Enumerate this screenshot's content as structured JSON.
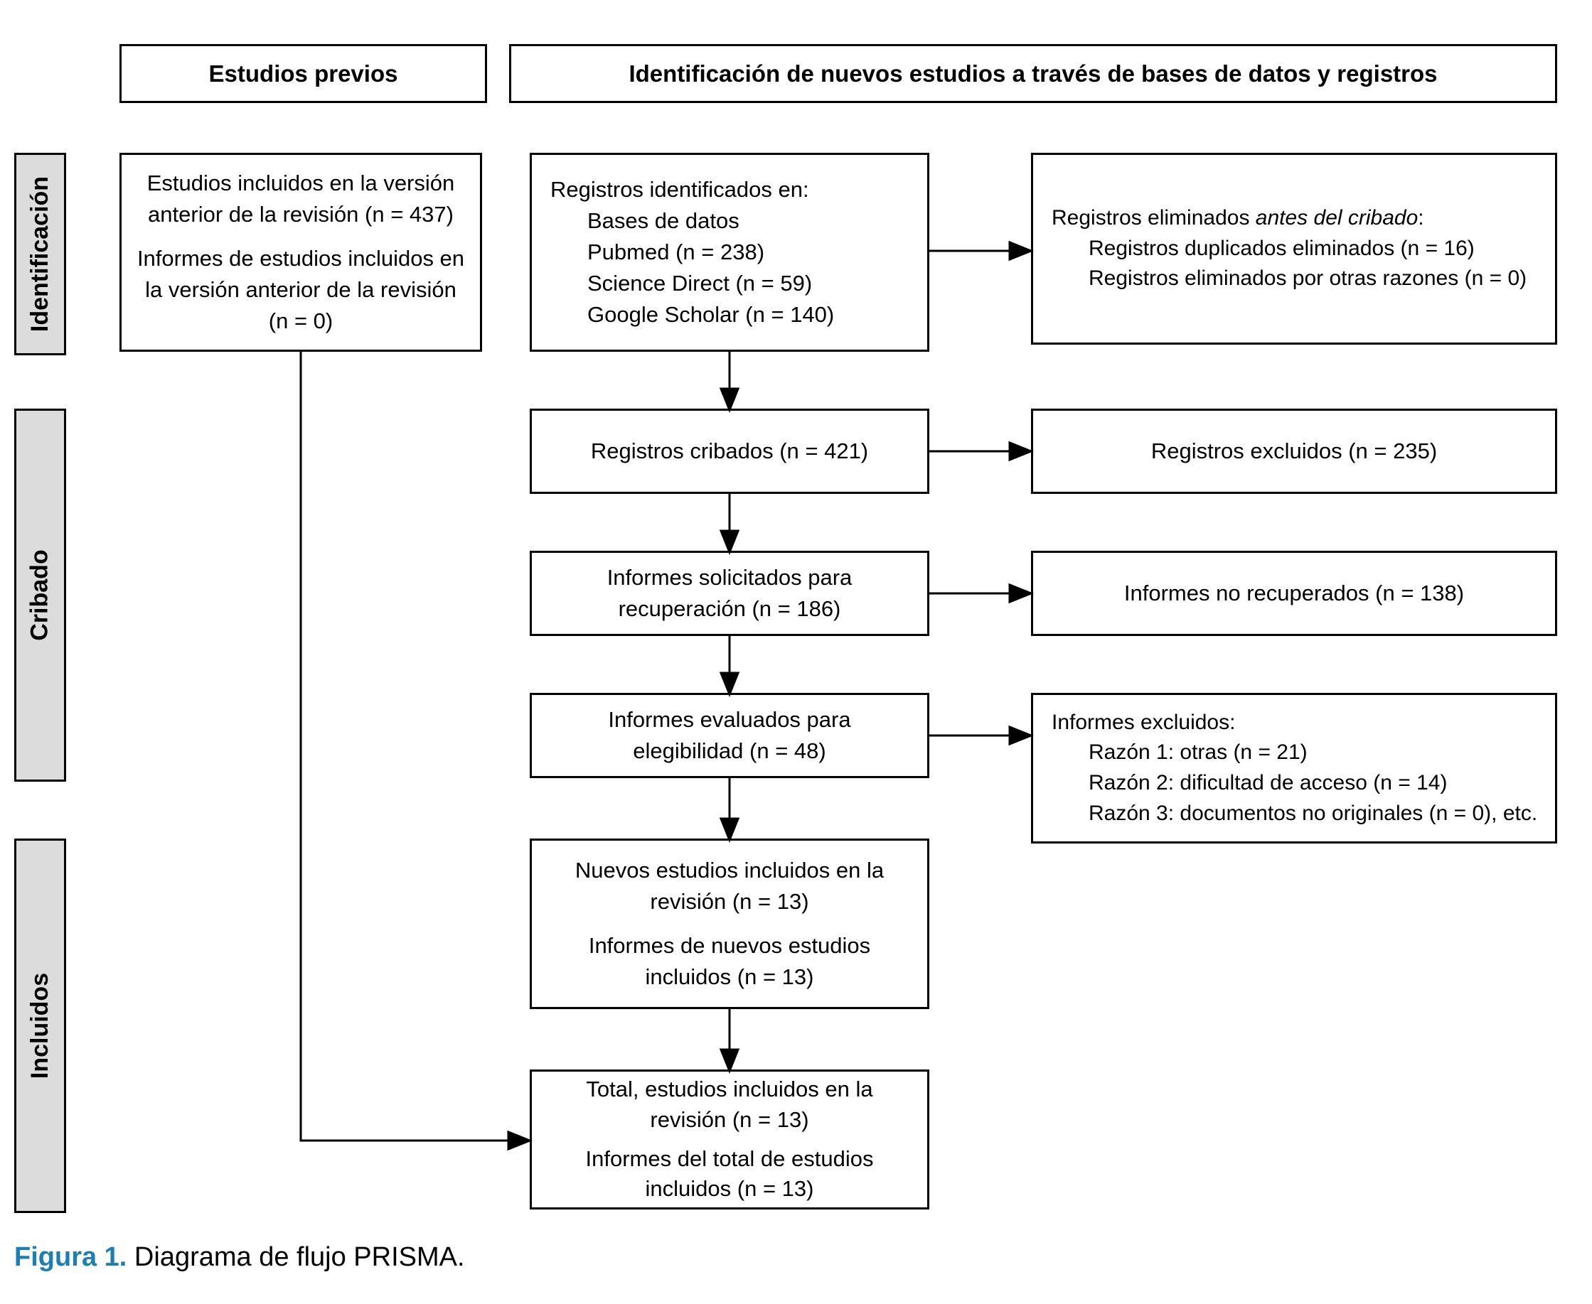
{
  "figure": {
    "caption_label": "Figura 1.",
    "caption_text": " Diagrama de flujo PRISMA."
  },
  "colors": {
    "caption_blue": "#1b7fb5",
    "stage_bar_fill": "#dcdcdc",
    "line_black": "#000000"
  },
  "headers": {
    "previous_studies": "Estudios previos",
    "new_studies": "Identificación de nuevos estudios a través de bases de datos y registros"
  },
  "stages": {
    "identification": "Identificación",
    "screening": "Cribado",
    "included": "Incluidos"
  },
  "boxes": {
    "previous_included": {
      "para1": "Estudios incluidos en la versión anterior de la revisión (n = 437)",
      "para2": "Informes de estudios incluidos en la versión anterior de la revisión (n = 0)"
    },
    "identified": {
      "title": "Registros identificados en:",
      "items": [
        "Bases de datos",
        "Pubmed (n = 238)",
        "Science Direct (n = 59)",
        "Google Scholar (n = 140)"
      ]
    },
    "removed_before_screening": {
      "title_prefix": "Registros eliminados ",
      "title_italic": "antes del cribado",
      "title_suffix": ":",
      "items": [
        "Registros duplicados eliminados (n = 16)",
        "Registros eliminados por otras razones (n = 0)"
      ]
    },
    "screened": "Registros cribados (n = 421)",
    "excluded": "Registros excluidos (n = 235)",
    "sought": "Informes solicitados para recuperación (n = 186)",
    "not_retrieved": "Informes no recuperados (n = 138)",
    "assessed": "Informes evaluados para elegibilidad (n = 48)",
    "reports_excluded": {
      "title": "Informes excluidos:",
      "items": [
        "Razón 1: otras (n = 21)",
        "Razón 2: dificultad de acceso (n = 14)",
        "Razón 3: documentos no originales (n = 0), etc."
      ]
    },
    "new_included": {
      "para1": "Nuevos estudios incluidos en la revisión (n = 13)",
      "para2": "Informes de nuevos estudios incluidos (n = 13)"
    },
    "total_included": {
      "para1": "Total, estudios incluidos en la revisión (n = 13)",
      "para2": "Informes del total de estudios incluidos (n = 13)"
    }
  }
}
